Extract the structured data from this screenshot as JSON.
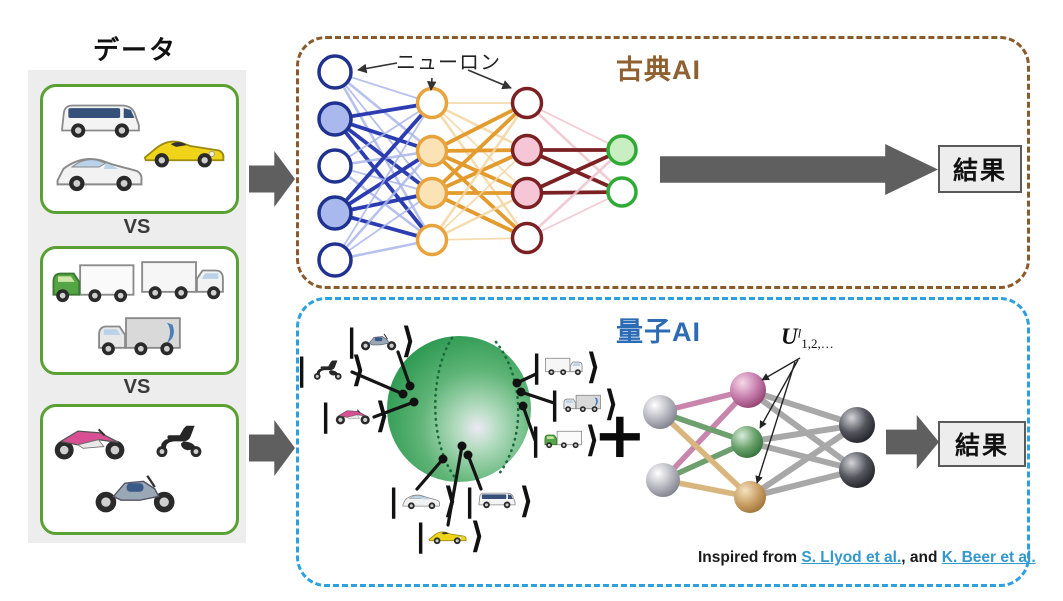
{
  "data_panel": {
    "title": "データ",
    "vs1": "VS",
    "vs2": "VS",
    "box_border_color": "#5aa032",
    "groups": [
      {
        "name": "cars",
        "vehicles": [
          "white-van",
          "yellow-sportscar",
          "white-sedan"
        ]
      },
      {
        "name": "trucks",
        "vehicles": [
          "green-truck",
          "white-truck",
          "gray-truck"
        ]
      },
      {
        "name": "motorcycles",
        "vehicles": [
          "pink-sportbike",
          "black-scooter",
          "silver-motorcycle"
        ]
      }
    ]
  },
  "classical": {
    "title": "古典AI",
    "title_color": "#8f6130",
    "border_color": "#8a5a2a",
    "neuron_label": "ニューロン",
    "result_label": "結果",
    "network": {
      "layers": [
        {
          "stroke": "#20328f",
          "fill_on": "#a9b9ee",
          "filled": [
            0,
            1,
            0,
            1,
            0
          ],
          "edge_dark": "#2b3db0",
          "edge_light": "#aab6ea"
        },
        {
          "stroke": "#e8a33d",
          "fill_on": "#fbe3b6",
          "filled": [
            0,
            1,
            1,
            0
          ],
          "edge_dark": "#e39b2d",
          "edge_light": "#f3d6a2"
        },
        {
          "stroke": "#7c2123",
          "fill_on": "#f6c6d6",
          "filled": [
            0,
            1,
            1,
            0
          ],
          "edge_dark": "#7c2123",
          "edge_light": "#eec3cd"
        },
        {
          "stroke": "#2faa35",
          "fill_on": "#c8eec2",
          "filled": [
            1,
            0
          ],
          "edge_dark": "",
          "edge_light": ""
        }
      ]
    }
  },
  "quantum": {
    "title": "量子AI",
    "title_color": "#2d6cb5",
    "border_color": "#2da0e0",
    "plus": "+",
    "result_label": "結果",
    "ket_open": "|",
    "ket_close": "⟩",
    "kets": [
      {
        "vehicle": "silver-motorcycle"
      },
      {
        "vehicle": "black-scooter"
      },
      {
        "vehicle": "pink-sportbike"
      },
      {
        "vehicle": "white-truck"
      },
      {
        "vehicle": "gray-truck"
      },
      {
        "vehicle": "green-truck"
      },
      {
        "vehicle": "white-sedan"
      },
      {
        "vehicle": "white-van"
      },
      {
        "vehicle": "yellow-sportscar"
      }
    ],
    "sphere_color": "#2f9b53",
    "node_colors": {
      "input": "gray",
      "hidden": [
        "pink",
        "green",
        "tan"
      ],
      "output": "dark"
    },
    "unitary_label": {
      "base": "U",
      "sup": "l",
      "sub": "1,2,…"
    },
    "credit": {
      "prefix": "Inspired from ",
      "link1": "S. Llyod et al.",
      "middle": ", and ",
      "link2": "K. Beer et al.",
      "link_color": "#3399cc"
    }
  },
  "arrows": {
    "color": "#5f5f5f"
  }
}
